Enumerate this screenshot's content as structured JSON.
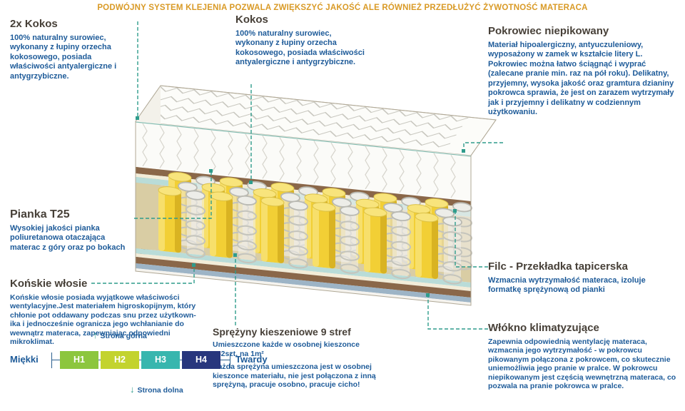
{
  "header": {
    "banner": "PODWÓJNY SYSTEM KLEJENIA POZWALA ZWIĘKSZYĆ JAKOŚĆ ALE RÓWNIEŻ PRZEDŁUŻYĆ ŻYWOTNOŚĆ MATERACA"
  },
  "callouts": {
    "kokos2x": {
      "title": "2x Kokos",
      "body": "100% naturalny surowiec, wykonany z łupiny orzecha kokosowego, posiada właściwości antyalergiczne i antygrzybiczne."
    },
    "kokos": {
      "title": "Kokos",
      "body": "100% naturalny surowiec, wykonany z łupiny orzecha kokosowego, posiada właściwości antyalergiczne i antygrzybiczne."
    },
    "pokrowiec": {
      "title": "Pokrowiec niepikowany",
      "body": "Materiał hipoalergiczny, antyuczuleniowy, wyposażony w zamek w kształcie litery L. Pokrowiec można łatwo ściągnąć i wyprać (zalecane pranie min. raz na pół roku). Delikatny, przyjemny, wysoka jakość oraz gramtura dzianiny pokrowca sprawia, że jest on zarazem wytrzymały jak i przyjemny i delikatny w codziennym użytkowaniu."
    },
    "pianka": {
      "title": "Pianka T25",
      "body": "Wysokiej jakości pianka poliuretanowa otaczająca materac z góry oraz po bokach"
    },
    "konskie": {
      "title": "Końskie włosie",
      "body": "Końskie włosie posiada wyjątkowe właściwości wentylacyjne.Jest materiałem higroskopijnym, który chłonie pot oddawany podczas snu przez użytkown­ika i jednocześnie ogranicza jego wchłanianie do wewnątrz materaca, zapewniając odpowiedni mikroklimat."
    },
    "sprezyny": {
      "title": "Sprężyny kieszeniowe 9 stref",
      "body1": "Umieszczone każde w osobnej kieszonce 262szt. na 1m²",
      "body2": "Każda sprężyna umieszczona jest w osobnej kieszonce materiału, nie jest połączona z inną sprężyną, pracuje osobno, pracuje cicho!"
    },
    "filc": {
      "title": "Filc - Przekładka tapicerska",
      "body": "Wzmacnia wytrzymałość materaca, izoluje formatkę sprężynową od pianki"
    },
    "wlokno": {
      "title": "Włókno klimatyzujące",
      "body": "Zapewnia odpowiednią wentylację materaca, wzmacnia jego wytrzymałość - w pokrowcu pikowanym połączona z pokrowcem, co skutecznie uniemożliwia jego pranie w pralce. W pokrowcu niepikowanym jest częścią wewnętrzną materaca, co pozwala na pranie pokrowca w pralce."
    }
  },
  "scale": {
    "soft_label": "Miękki",
    "hard_label": "Twardy",
    "top_side_label": "Strona górna",
    "bottom_side_label": "Strona dolna",
    "levels": [
      {
        "label": "H1",
        "color": "#8CC63E"
      },
      {
        "label": "H2",
        "color": "#C3D32E"
      },
      {
        "label": "H3",
        "color": "#38B6AE"
      },
      {
        "label": "H4",
        "color": "#28367D"
      }
    ]
  },
  "colors": {
    "banner_text": "#D99A26",
    "heading_text": "#474038",
    "body_text": "#1E5B99",
    "leader_line": "#2F9C8C",
    "spring_yellow": "#F2CF35",
    "kokos_brown": "#8A6749",
    "mesh_teal": "#B9DCD8"
  }
}
